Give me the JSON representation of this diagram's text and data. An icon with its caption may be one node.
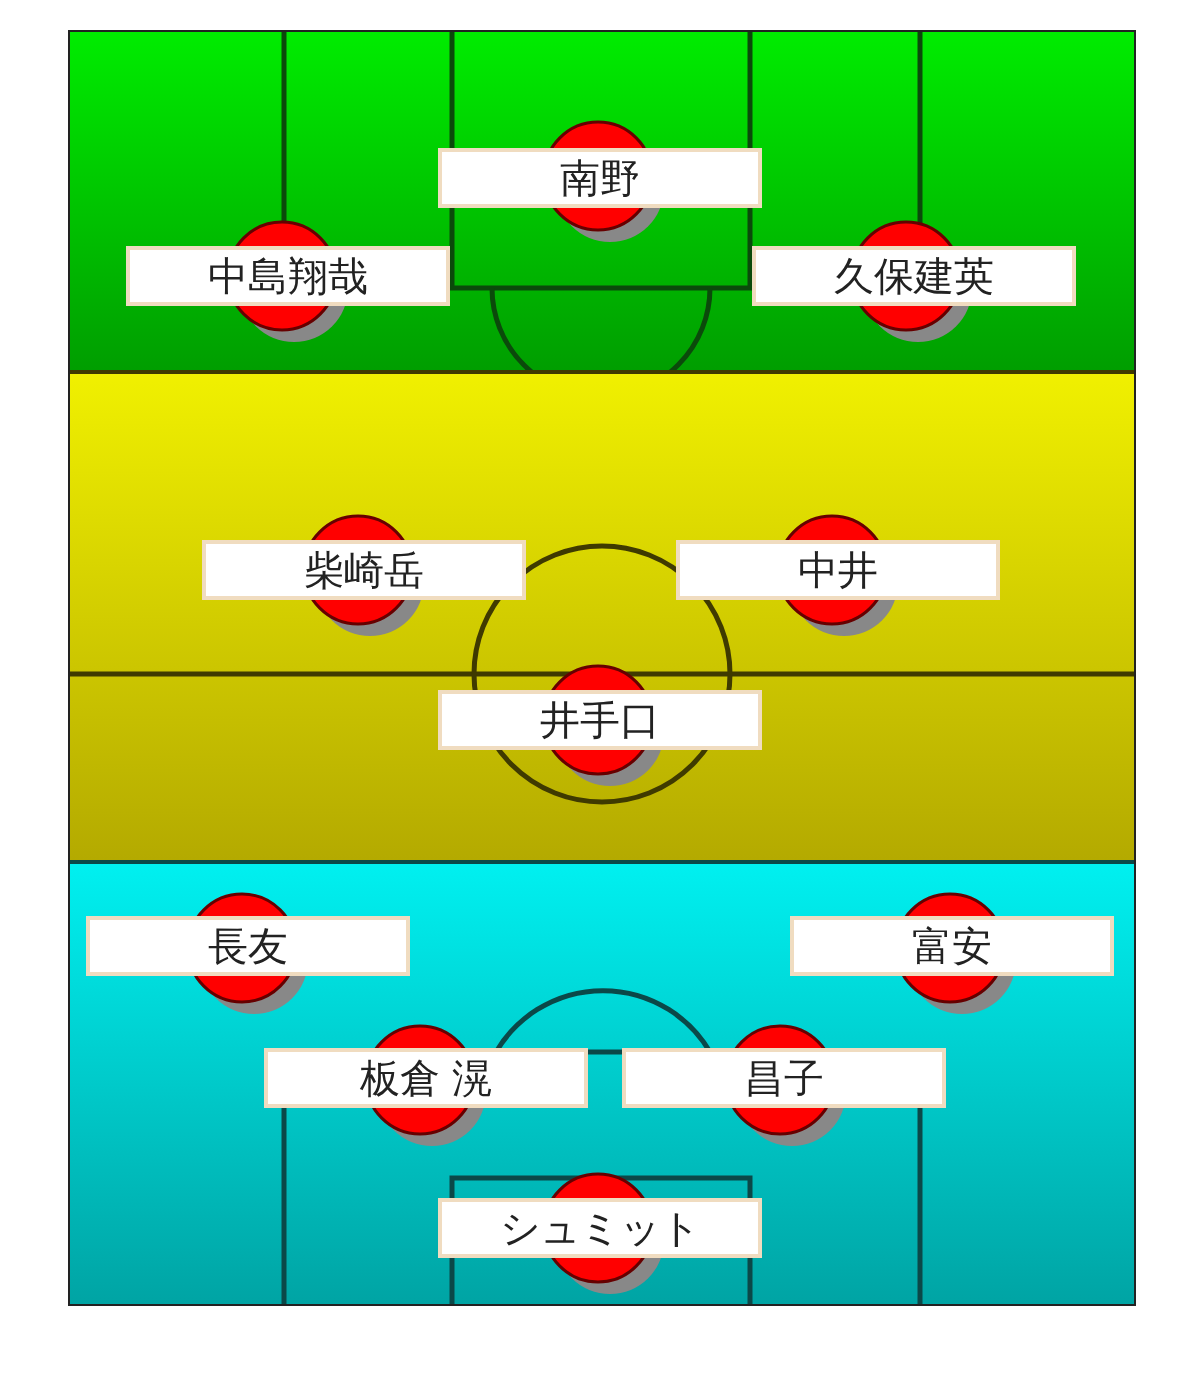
{
  "diagram": {
    "nodes": [
      {
        "text": [],
        "shape": "box"
      },
      {
        "text": [
          "南野"
        ],
        "in": 0
      },
      {
        "text": [
          "中島翔哉"
        ],
        "in": 0
      },
      {
        "text": [
          "久保建英"
        ],
        "in": 0
      },
      {
        "text": [],
        "shape": "box"
      },
      {
        "text": [
          "柴崎岳"
        ],
        "in": 4
      },
      {
        "text": [
          "中井"
        ],
        "in": 4
      },
      {
        "text": [
          "井手口"
        ],
        "in": 4
      },
      {
        "text": [],
        "shape": "box"
      },
      {
        "text": [
          "長友"
        ],
        "in": 8
      },
      {
        "text": [
          "富安"
        ],
        "in": 8
      },
      {
        "text": [
          "板倉 滉"
        ],
        "in": 8
      },
      {
        "text": [
          "昌子"
        ],
        "in": 8
      },
      {
        "text": [
          "シュミット"
        ],
        "in": 8
      }
    ]
  }
}
